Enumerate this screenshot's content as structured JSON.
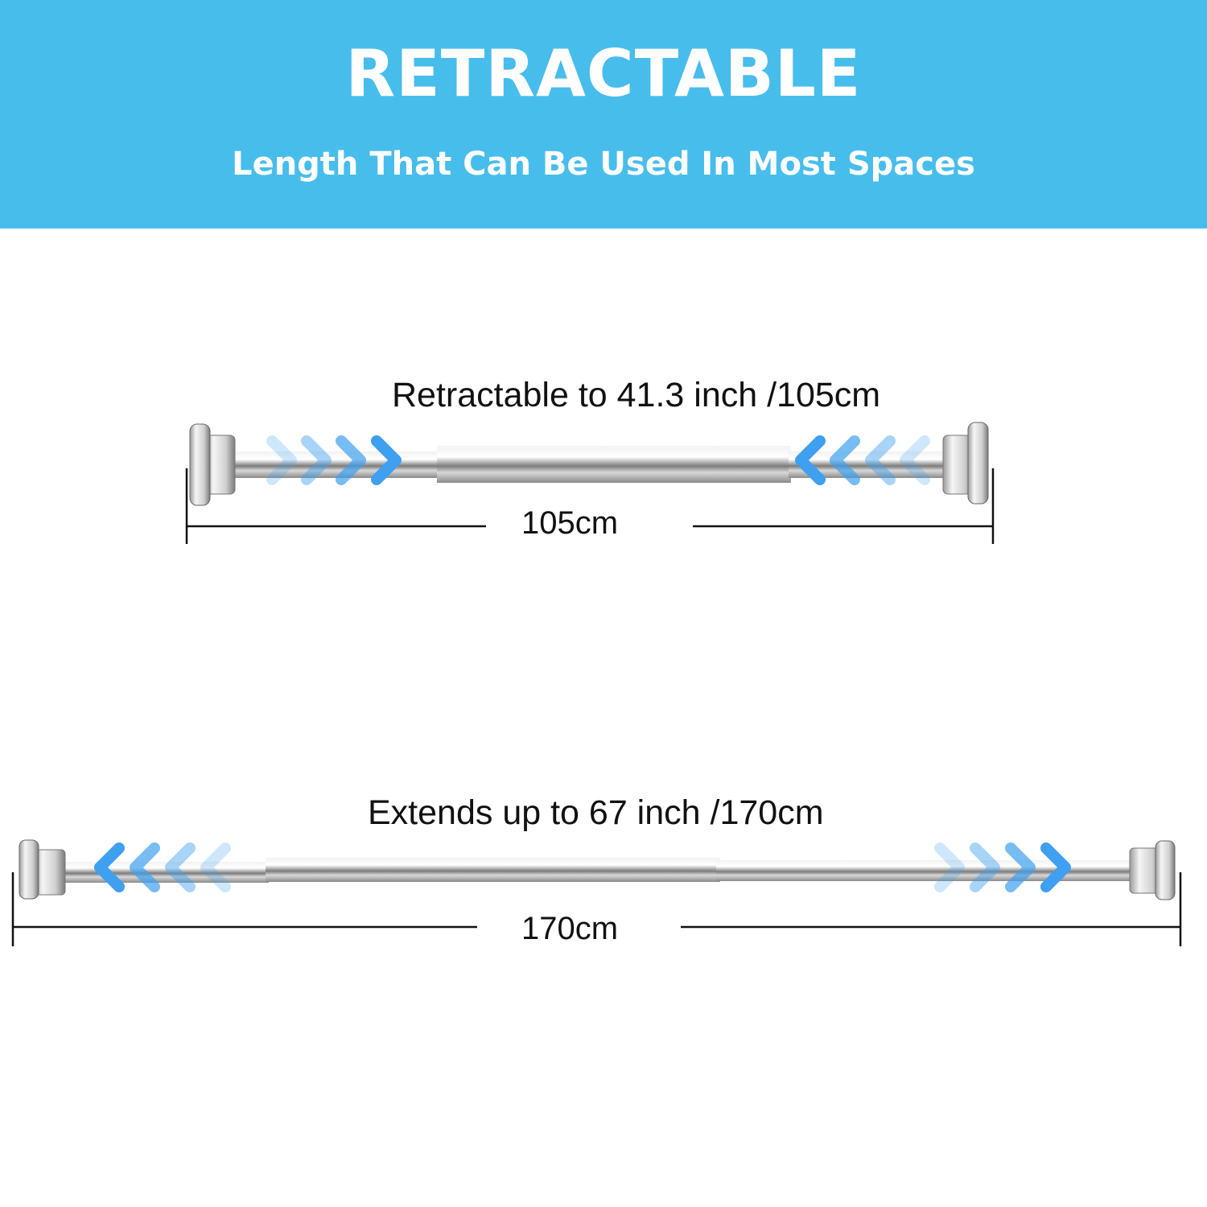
{
  "banner": {
    "title": "RETRACTABLE",
    "subtitle": "Length That Can Be Used In Most Spaces",
    "background_color": "#47bdec"
  },
  "rods": [
    {
      "state": "retracted",
      "caption": "Retractable to 41.3 inch /105cm",
      "dimension_label": "105cm",
      "arrow_direction": "inward",
      "arrow_icon": "chevron-arrow-icon",
      "arrow_color": "#3f9ff0"
    },
    {
      "state": "extended",
      "caption": "Extends up to 67 inch /170cm",
      "dimension_label": "170cm",
      "arrow_direction": "outward",
      "arrow_icon": "chevron-arrow-icon",
      "arrow_color": "#3f9ff0"
    }
  ]
}
